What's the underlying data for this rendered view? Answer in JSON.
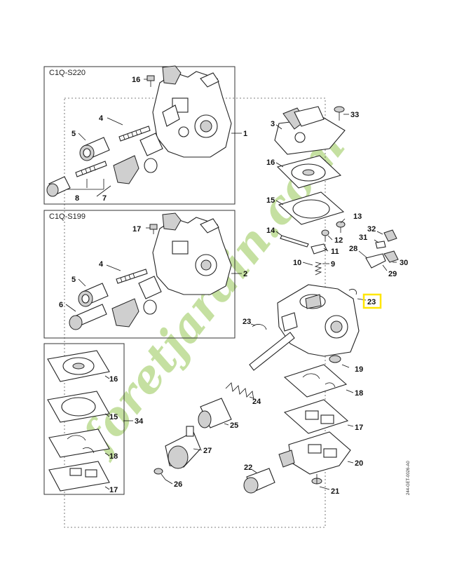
{
  "boxes": {
    "s220": {
      "title": "C1Q-S220"
    },
    "s199": {
      "title": "C1Q-S199"
    }
  },
  "labels": {
    "l16a": "16",
    "l4a": "4",
    "l5a": "5",
    "l1": "1",
    "l8": "8",
    "l7": "7",
    "l17a": "17",
    "l4b": "4",
    "l2": "2",
    "l5b": "5",
    "l6": "6",
    "l33": "33",
    "l3": "3",
    "l16b": "16",
    "l15b": "15",
    "l13": "13",
    "l14": "14",
    "l12": "12",
    "l11": "11",
    "l10": "10",
    "l9": "9",
    "l32": "32",
    "l31": "31",
    "l28": "28",
    "l30": "30",
    "l29": "29",
    "l23hl": "23",
    "l23": "23",
    "l19": "19",
    "l18b": "18",
    "l24": "24",
    "l17b": "17",
    "l25": "25",
    "l20": "20",
    "l27": "27",
    "l22": "22",
    "l26": "26",
    "l21": "21",
    "l16c": "16",
    "l15c": "15",
    "l34": "34",
    "l18c": "18",
    "l17c": "17"
  },
  "highlight": {
    "label": "23",
    "color": "#ffe600"
  },
  "reference_code": "244-GET-0026-A0",
  "watermark": {
    "text": "foretjardin.com",
    "color_green": "#b7d98a",
    "color_tan": "#d8c3a2"
  }
}
